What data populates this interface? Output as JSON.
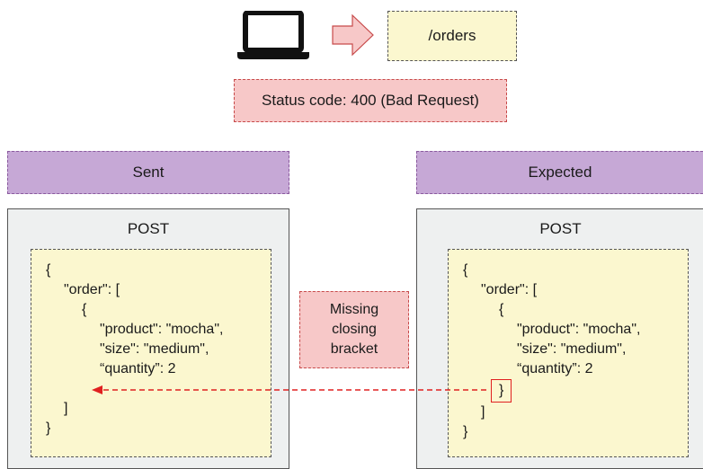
{
  "request": {
    "endpoint": "/orders",
    "status": "Status code: 400 (Bad Request)"
  },
  "icons": {
    "client": "laptop-icon",
    "request_arrow": "arrow-right-icon"
  },
  "colors": {
    "endpoint_fill": "#fbf7cf",
    "status_fill": "#f7c8c8",
    "header_fill": "#c6a8d6",
    "panel_fill": "#eef0f0",
    "error_red": "#e02020"
  },
  "sent": {
    "header": "Sent",
    "method": "POST",
    "lines": [
      "{",
      "\"order\": [",
      "{",
      "\"product\": \"mocha\",",
      "\"size\": \"medium\",",
      "“quantity”: 2",
      "",
      "]",
      "}"
    ]
  },
  "expected": {
    "header": "Expected",
    "method": "POST",
    "lines": [
      "{",
      "\"order\": [",
      "{",
      "\"product\": \"mocha\",",
      "\"size\": \"medium\",",
      "“quantity”: 2",
      "}",
      "]",
      "}"
    ]
  },
  "note": {
    "line1": "Missing",
    "line2": "closing",
    "line3": "bracket"
  }
}
